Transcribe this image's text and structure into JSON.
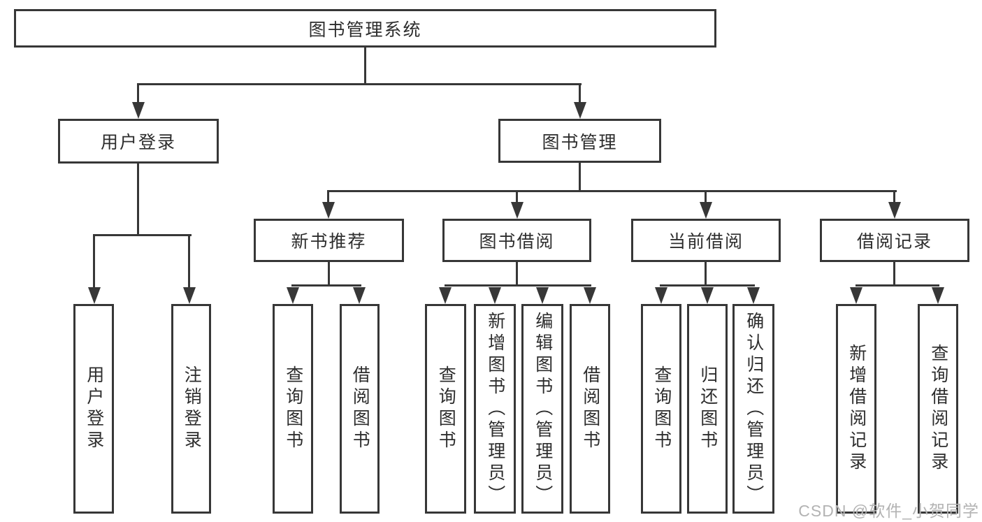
{
  "diagram": {
    "root": "图书管理系统",
    "level2": [
      "用户登录",
      "图书管理"
    ],
    "level3": [
      "新书推荐",
      "图书借阅",
      "当前借阅",
      "借阅记录"
    ],
    "leaves": [
      "用户登录",
      "注销登录",
      "查询图书",
      "借阅图书",
      "查询图书",
      "新增图书（管理员）",
      "编辑图书（管理员）",
      "借阅图书",
      "查询图书",
      "归还图书",
      "确认归还（管理员）",
      "新增借阅记录",
      "查询借阅记录"
    ]
  },
  "watermark": "CSDN @软件_小贺同学",
  "colors": {
    "line": "#373737",
    "text": "#2d2d2d",
    "box_background": "#ffffff",
    "watermark": "#b3b3b3"
  }
}
